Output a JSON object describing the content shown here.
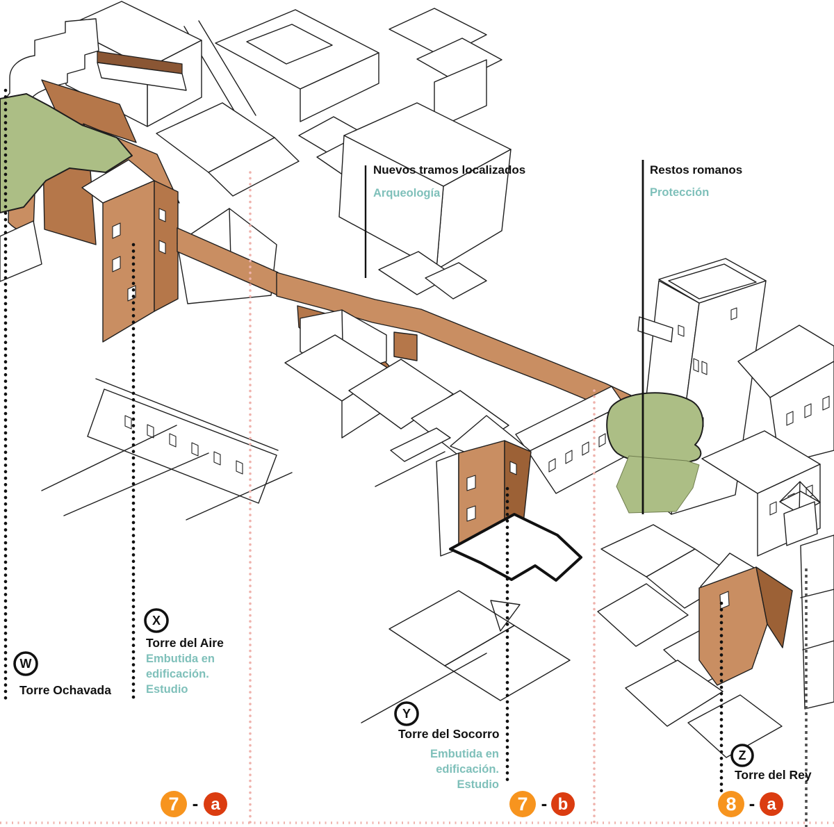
{
  "colors": {
    "wall_light": "#C98E62",
    "wall_mid": "#B5774A",
    "wall_dark": "#9C6136",
    "vegetation": "#ACBE85",
    "teal_text": "#7FC0BA",
    "marker_orange": "#F7941E",
    "marker_red": "#DB3C10",
    "guide_pink": "#EFB2AC",
    "guide_black": "#111111",
    "guide_grey": "#4D4D4D"
  },
  "annotations": {
    "nuevos_tramos": {
      "title": "Nuevos tramos localizados",
      "subtitle": "Arqueología"
    },
    "restos_romanos": {
      "title": "Restos romanos",
      "subtitle": "Protección"
    },
    "torre_w": {
      "letter": "W",
      "name": "Torre Ochavada"
    },
    "torre_x": {
      "letter": "X",
      "name": "Torre del Aire",
      "note": [
        "Embutida en",
        "edificación.",
        "Estudio"
      ]
    },
    "torre_y": {
      "letter": "Y",
      "name": "Torre del Socorro",
      "note": [
        "Embutida en",
        "edificación.",
        "Estudio"
      ]
    },
    "torre_z": {
      "letter": "Z",
      "name": "Torre del Rey"
    }
  },
  "markers": {
    "m7a": {
      "number": "7",
      "separator": "-",
      "letter": "a"
    },
    "m7b": {
      "number": "7",
      "separator": "-",
      "letter": "b"
    },
    "m8a": {
      "number": "8",
      "separator": "-",
      "letter": "a"
    }
  }
}
